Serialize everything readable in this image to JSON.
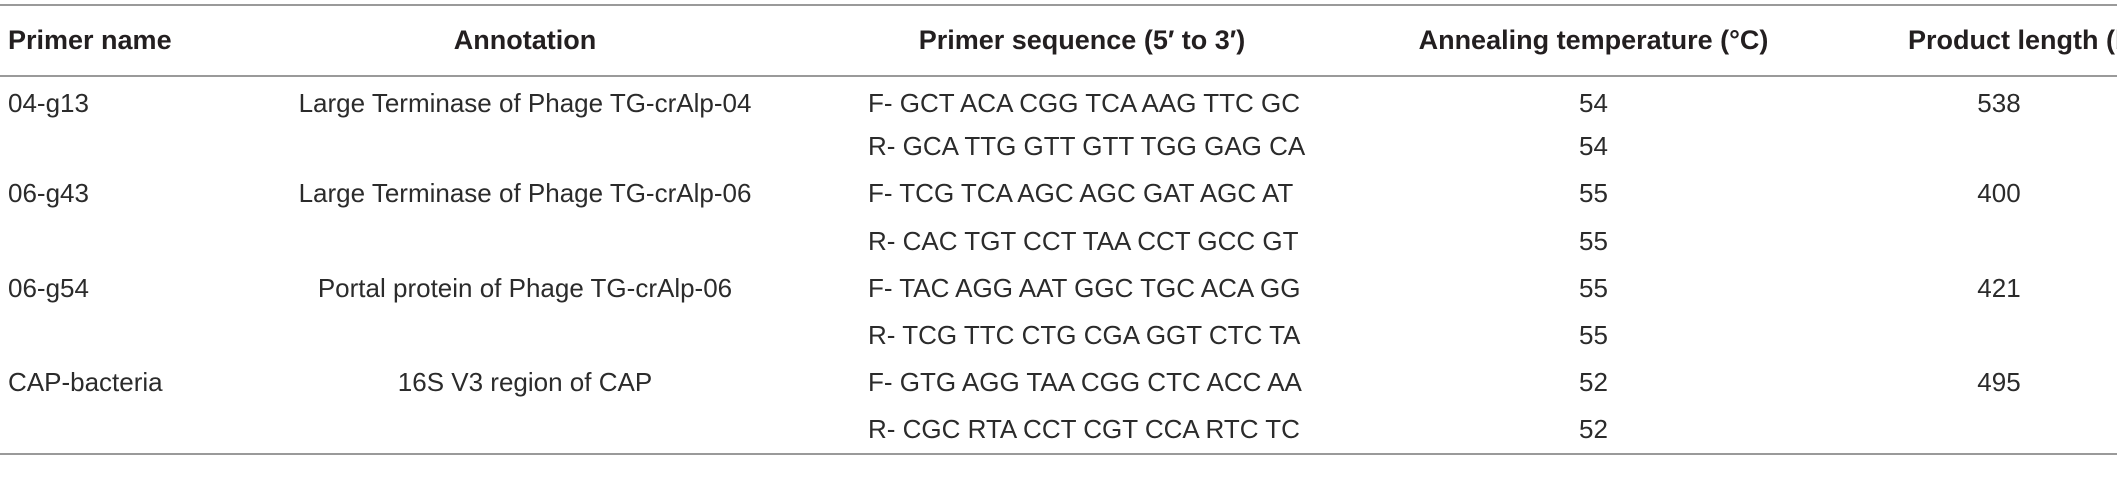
{
  "table": {
    "headers": {
      "primer_name": "Primer name",
      "annotation": "Annotation",
      "sequence": "Primer sequence (5′ to 3′)",
      "temperature": "Annealing temperature (°C)",
      "length": "Product length (bp)"
    },
    "rows": [
      {
        "name": "04-g13",
        "annotation": "Large Terminase of Phage TG-crAlp-04",
        "sequence": "F- GCT ACA CGG TCA AAG TTC GC",
        "temperature": "54",
        "length": "538"
      },
      {
        "name": "",
        "annotation": "",
        "sequence": "R- GCA TTG GTT GTT TGG GAG CA",
        "temperature": "54",
        "length": ""
      },
      {
        "name": "06-g43",
        "annotation": "Large Terminase of Phage TG-crAlp-06",
        "sequence": "F- TCG TCA AGC AGC GAT AGC AT",
        "temperature": "55",
        "length": "400"
      },
      {
        "name": "",
        "annotation": "",
        "sequence": "R- CAC TGT CCT TAA CCT GCC GT",
        "temperature": "55",
        "length": ""
      },
      {
        "name": "06-g54",
        "annotation": "Portal protein of Phage TG-crAlp-06",
        "sequence": "F- TAC AGG AAT GGC TGC ACA GG",
        "temperature": "55",
        "length": "421"
      },
      {
        "name": "",
        "annotation": "",
        "sequence": "R- TCG TTC CTG CGA GGT CTC TA",
        "temperature": "55",
        "length": ""
      },
      {
        "name": "CAP-bacteria",
        "annotation": "16S V3 region of CAP",
        "sequence": "F- GTG AGG TAA CGG CTC ACC AA",
        "temperature": "52",
        "length": "495"
      },
      {
        "name": "",
        "annotation": "",
        "sequence": "R- CGC RTA CCT CGT CCA RTC TC",
        "temperature": "52",
        "length": ""
      }
    ]
  }
}
